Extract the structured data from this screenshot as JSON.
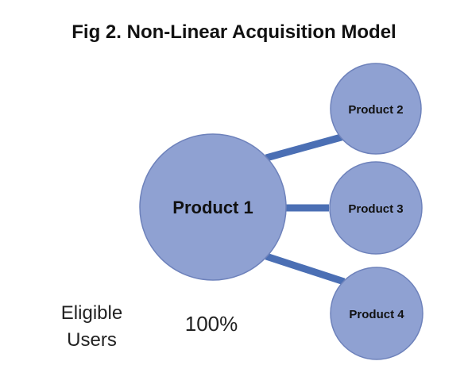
{
  "title": "Fig 2. Non-Linear Acquisition Model",
  "main_node": {
    "label": "Product 1"
  },
  "child_nodes": [
    {
      "label": "Product 2"
    },
    {
      "label": "Product 3"
    },
    {
      "label": "Product 4"
    }
  ],
  "left_caption": {
    "line1": "Eligible",
    "line2": "Users"
  },
  "percentage": "100%",
  "colors": {
    "node_fill": "#8FA1D2",
    "node_stroke": "#6E82BB",
    "connector": "#4B6FB4",
    "text": "#111111"
  }
}
